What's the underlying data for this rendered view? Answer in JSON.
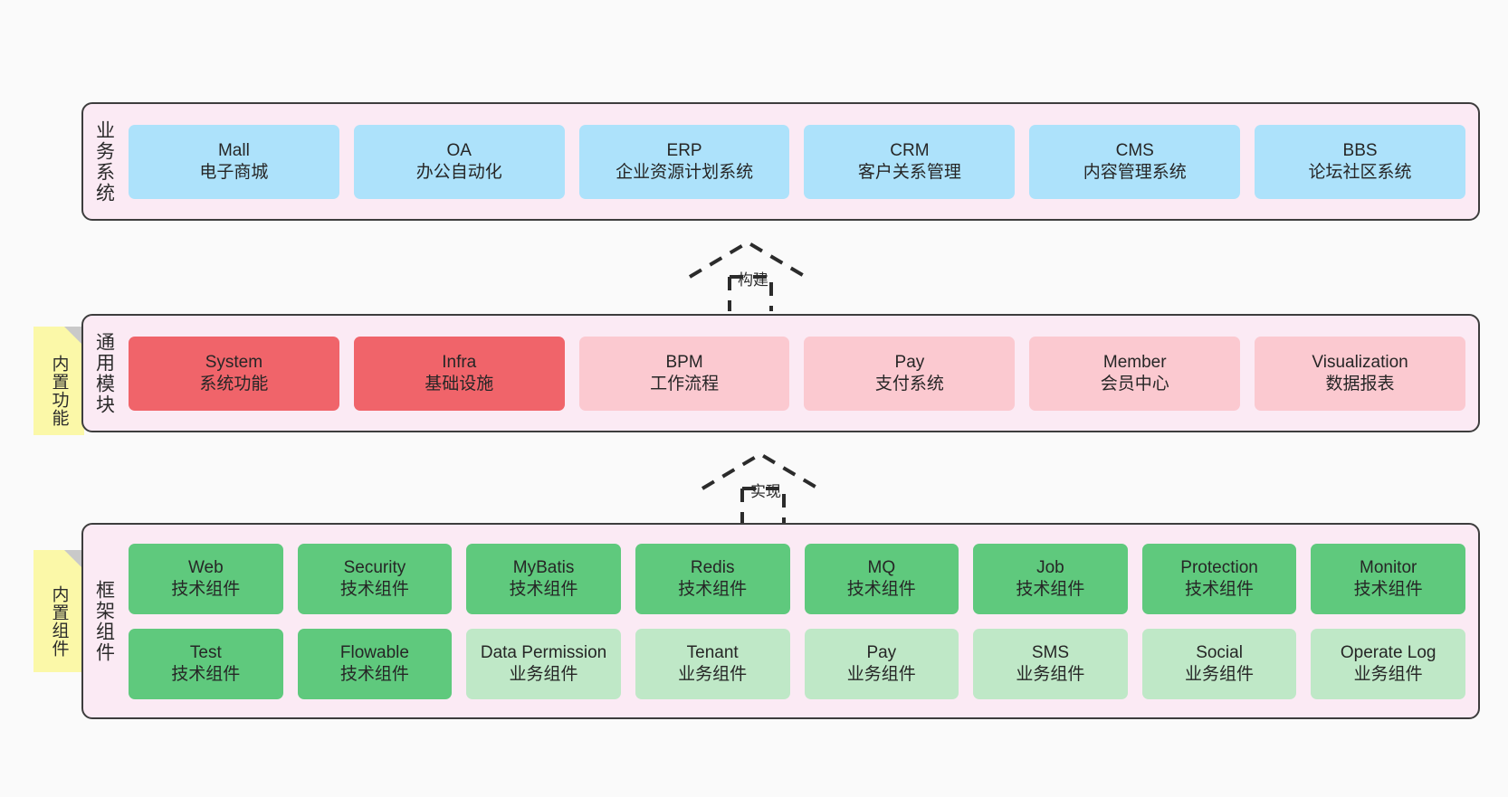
{
  "diagram": {
    "background": "#fafafa",
    "layer_fill": "#fbeaf4",
    "layer_border": "#3d3d3d",
    "sticky_fill": "#fbf8a8",
    "colors": {
      "business": "#ade2fb",
      "module_core": "#f0646a",
      "module_optional": "#fbc9d0",
      "component_tech": "#5fc97d",
      "component_biz": "#bfe8c7"
    }
  },
  "layers": [
    {
      "id": "business-system",
      "caption": "业务系统",
      "rows": [
        [
          {
            "en": "Mall",
            "cn": "电子商城",
            "color": "blue"
          },
          {
            "en": "OA",
            "cn": "办公自动化",
            "color": "blue"
          },
          {
            "en": "ERP",
            "cn": "企业资源计划系统",
            "color": "blue"
          },
          {
            "en": "CRM",
            "cn": "客户关系管理",
            "color": "blue"
          },
          {
            "en": "CMS",
            "cn": "内容管理系统",
            "color": "blue"
          },
          {
            "en": "BBS",
            "cn": "论坛社区系统",
            "color": "blue"
          }
        ]
      ]
    },
    {
      "id": "common-module",
      "caption": "通用模块",
      "sticky": "内置功能",
      "rows": [
        [
          {
            "en": "System",
            "cn": "系统功能",
            "color": "red"
          },
          {
            "en": "Infra",
            "cn": "基础设施",
            "color": "red"
          },
          {
            "en": "BPM",
            "cn": "工作流程",
            "color": "pink"
          },
          {
            "en": "Pay",
            "cn": "支付系统",
            "color": "pink"
          },
          {
            "en": "Member",
            "cn": "会员中心",
            "color": "pink"
          },
          {
            "en": "Visualization",
            "cn": "数据报表",
            "color": "pink"
          }
        ]
      ]
    },
    {
      "id": "framework-component",
      "caption": "框架组件",
      "sticky": "内置组件",
      "rows": [
        [
          {
            "en": "Web",
            "cn": "技术组件",
            "color": "green"
          },
          {
            "en": "Security",
            "cn": "技术组件",
            "color": "green"
          },
          {
            "en": "MyBatis",
            "cn": "技术组件",
            "color": "green"
          },
          {
            "en": "Redis",
            "cn": "技术组件",
            "color": "green"
          },
          {
            "en": "MQ",
            "cn": "技术组件",
            "color": "green"
          },
          {
            "en": "Job",
            "cn": "技术组件",
            "color": "green"
          },
          {
            "en": "Protection",
            "cn": "技术组件",
            "color": "green"
          },
          {
            "en": "Monitor",
            "cn": "技术组件",
            "color": "green"
          }
        ],
        [
          {
            "en": "Test",
            "cn": "技术组件",
            "color": "green"
          },
          {
            "en": "Flowable",
            "cn": "技术组件",
            "color": "green"
          },
          {
            "en": "Data Permission",
            "cn": "业务组件",
            "color": "green-light"
          },
          {
            "en": "Tenant",
            "cn": "业务组件",
            "color": "green-light"
          },
          {
            "en": "Pay",
            "cn": "业务组件",
            "color": "green-light"
          },
          {
            "en": "SMS",
            "cn": "业务组件",
            "color": "green-light"
          },
          {
            "en": "Social",
            "cn": "业务组件",
            "color": "green-light"
          },
          {
            "en": "Operate Log",
            "cn": "业务组件",
            "color": "green-light"
          }
        ]
      ]
    }
  ],
  "connectors": [
    {
      "id": "build",
      "label": "构建"
    },
    {
      "id": "implement",
      "label": "实现"
    }
  ]
}
